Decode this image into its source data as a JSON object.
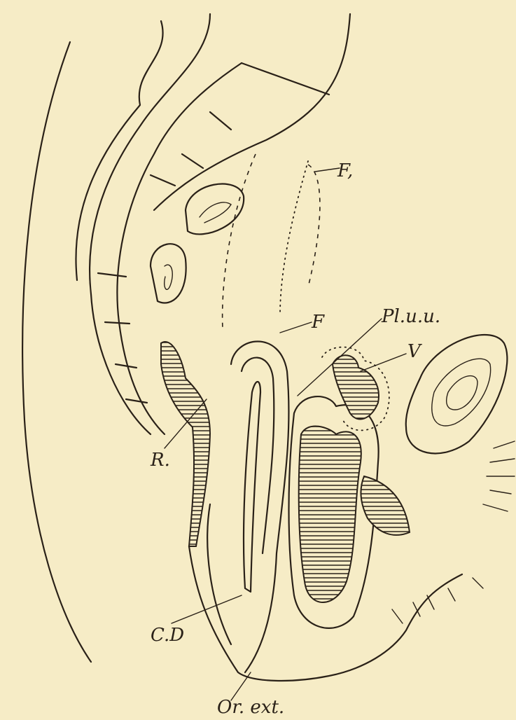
{
  "labels": {
    "f1": "F,",
    "f": "F",
    "pluu": "Pl.u.u.",
    "v": "V",
    "r": "R.",
    "cd": "C.D",
    "orext": "Or. ext."
  }
}
